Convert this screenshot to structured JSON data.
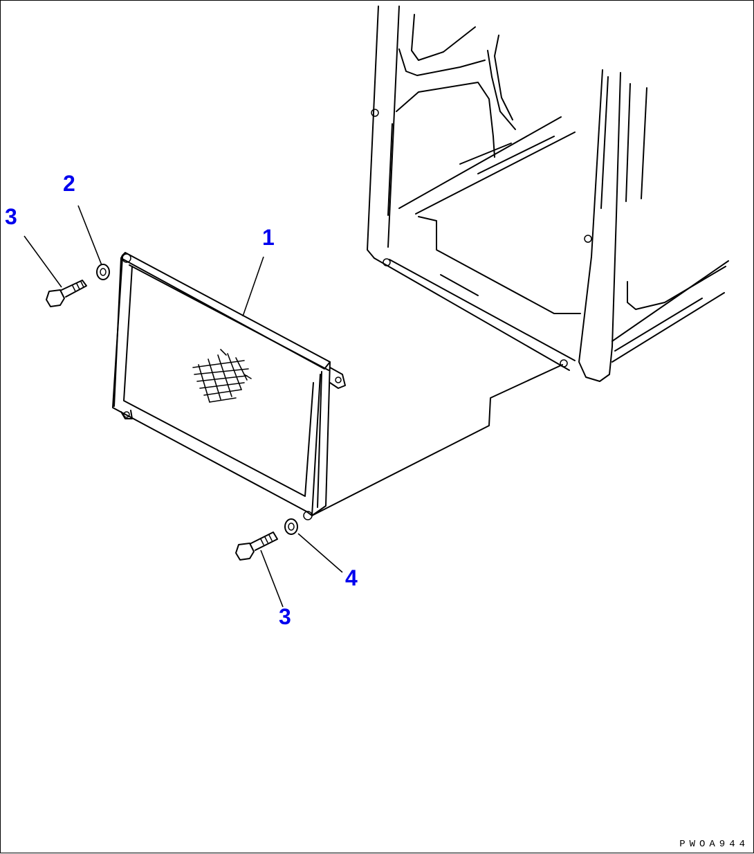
{
  "callouts": [
    {
      "id": "c1",
      "label": "1"
    },
    {
      "id": "c2",
      "label": "2"
    },
    {
      "id": "c3a",
      "label": "3"
    },
    {
      "id": "c3b",
      "label": "3"
    },
    {
      "id": "c4",
      "label": "4"
    }
  ],
  "drawing_code": "PWOA944",
  "colors": {
    "callout": "#0000ee",
    "line": "#000000"
  }
}
